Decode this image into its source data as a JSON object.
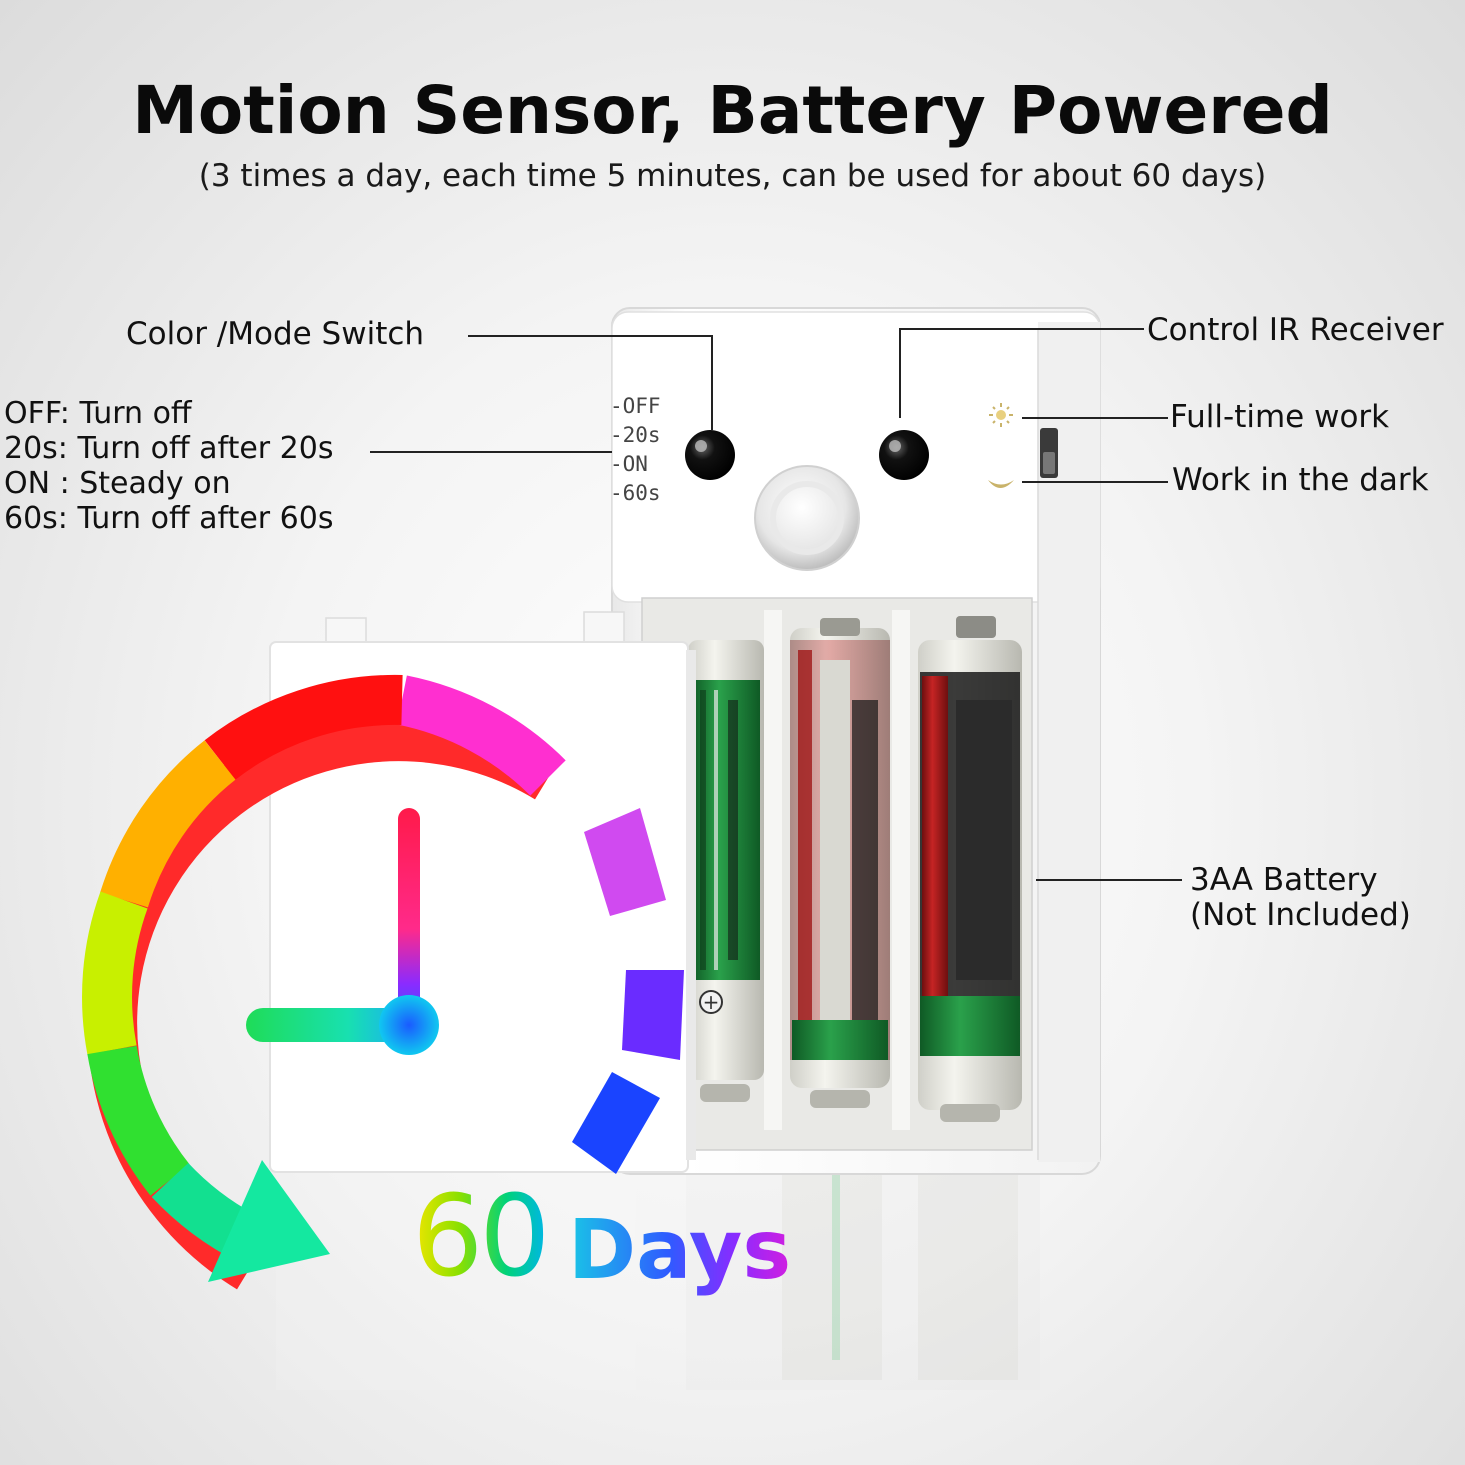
{
  "header": {
    "title": "Motion Sensor, Battery Powered",
    "subtitle": "(3 times a day, each time 5 minutes, can be used for about 60 days)"
  },
  "callouts": {
    "color_mode_switch": "Color /Mode Switch",
    "control_ir_receiver": "Control IR Receiver",
    "full_time_work": "Full-time work",
    "work_in_dark": "Work in the dark",
    "battery_line1": "3AA Battery",
    "battery_line2": "(Not Included)"
  },
  "modes": [
    "OFF: Turn off",
    "20s: Turn off after 20s",
    "ON : Steady on",
    "60s: Turn off after 60s"
  ],
  "switch_positions": [
    "-OFF",
    "-20s",
    "-ON",
    "-60s"
  ],
  "badge": {
    "number": "60",
    "word": "Days"
  },
  "icons": [
    "rainbow-clock-icon",
    "sun-icon",
    "moon-icon",
    "pir-lens",
    "ir-receiver"
  ],
  "colors": {
    "device": "#fafafa",
    "battery_label_green": "#1f8a3c",
    "battery_label_red": "#a01818"
  }
}
